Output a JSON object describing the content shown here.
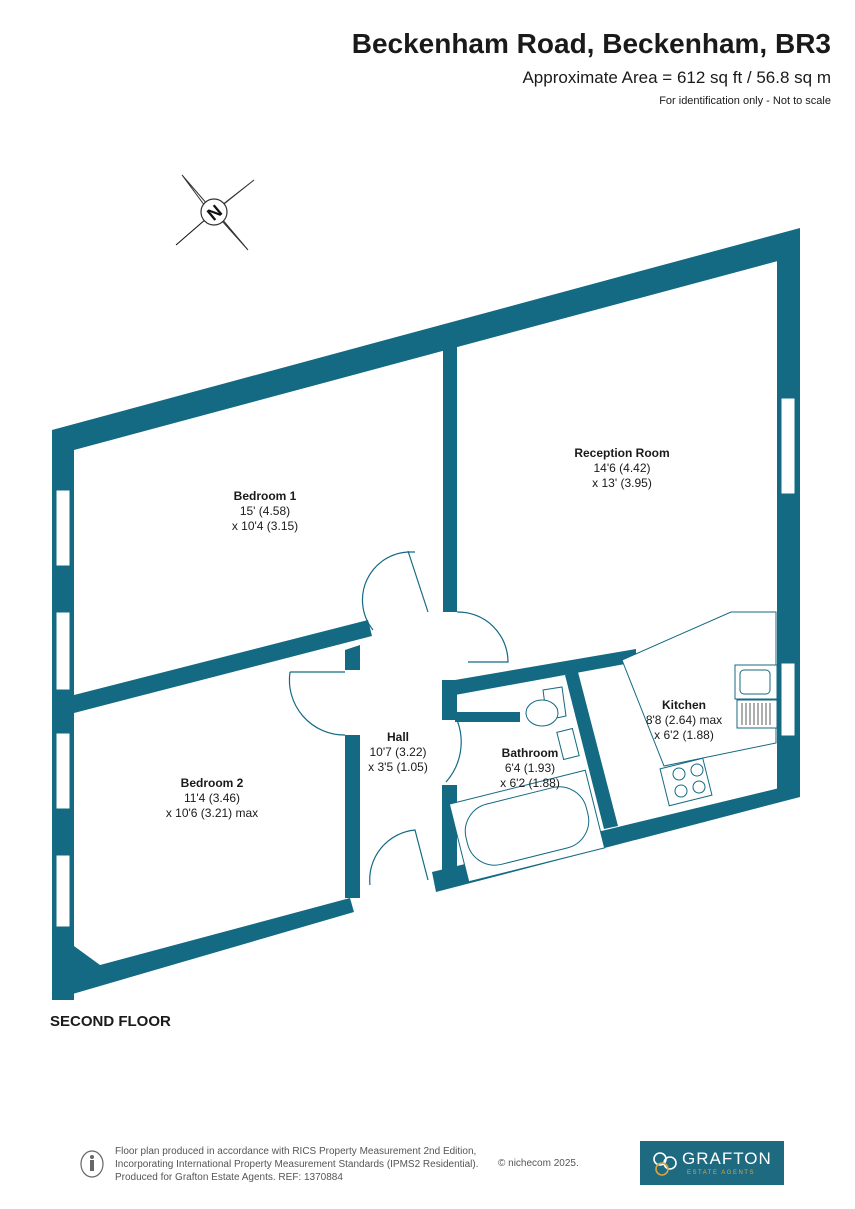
{
  "header": {
    "title": "Beckenham Road, Beckenham, BR3",
    "area": "Approximate Area = 612 sq ft / 56.8 sq m",
    "note": "For identification only - Not to scale"
  },
  "compass": {
    "letter": "N"
  },
  "rooms": {
    "bedroom1": {
      "name": "Bedroom 1",
      "dim1": "15' (4.58)",
      "dim2": "x 10'4 (3.15)"
    },
    "reception": {
      "name": "Reception Room",
      "dim1": "14'6 (4.42)",
      "dim2": "x 13' (3.95)"
    },
    "kitchen": {
      "name": "Kitchen",
      "dim1": "8'8 (2.64) max",
      "dim2": "x 6'2 (1.88)"
    },
    "hall": {
      "name": "Hall",
      "dim1": "10'7 (3.22)",
      "dim2": "x 3'5 (1.05)"
    },
    "bathroom": {
      "name": "Bathroom",
      "dim1": "6'4 (1.93)",
      "dim2": "x 6'2 (1.88)"
    },
    "bedroom2": {
      "name": "Bedroom 2",
      "dim1": "11'4 (3.46)",
      "dim2": "x 10'6 (3.21) max"
    }
  },
  "floor_label": "SECOND FLOOR",
  "footer": {
    "line1": "Floor plan produced in accordance with RICS Property Measurement 2nd Edition,",
    "line2": "Incorporating International Property Measurement Standards (IPMS2 Residential).",
    "line3": "Produced for Grafton Estate Agents.   REF:  1370884",
    "copyright": "© nichecom 2025."
  },
  "logo": {
    "name": "GRAFTON",
    "sub": "ESTATE AGENTS"
  },
  "colors": {
    "wall": "#136a82",
    "text": "#1a1a1a",
    "logo_bg": "#1e6a80",
    "logo_accent": "#d8a640"
  }
}
